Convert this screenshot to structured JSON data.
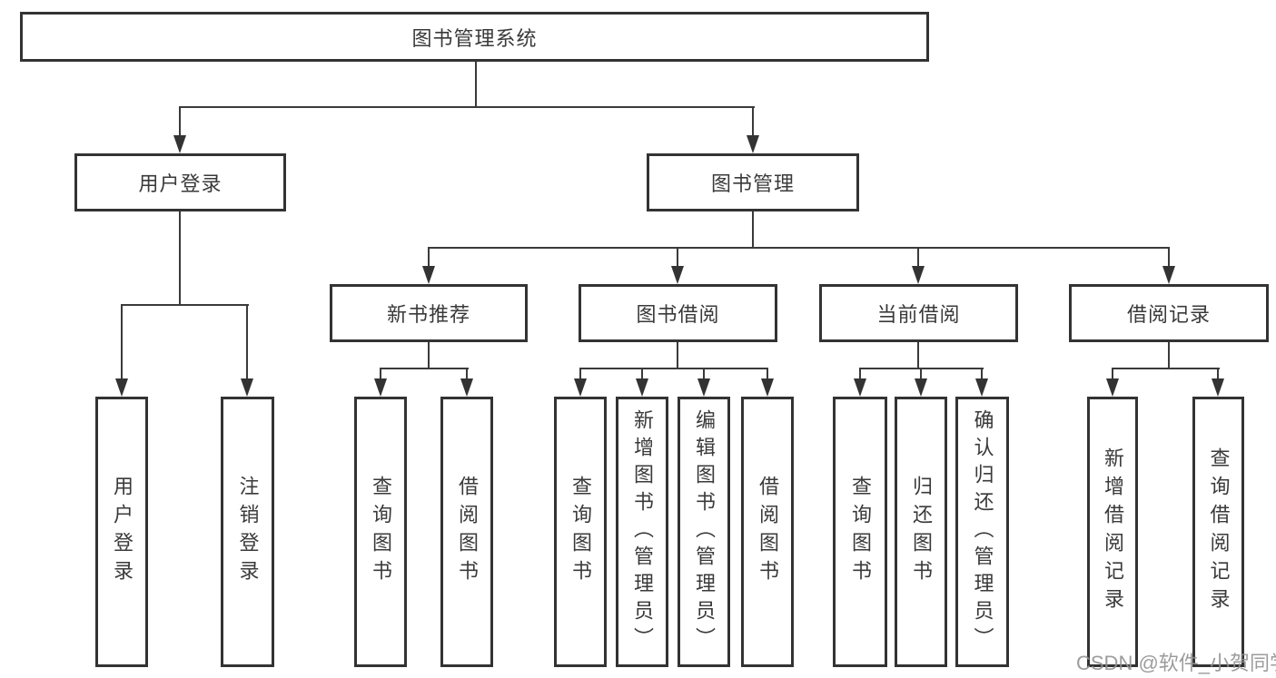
{
  "diagram": {
    "title": "图书管理系统",
    "nodes": {
      "root": "图书管理系统",
      "user_login": "用户登录",
      "book_management": "图书管理",
      "new_book_recommend": "新书推荐",
      "book_borrowing": "图书借阅",
      "current_borrowing": "当前借阅",
      "borrowing_records": "借阅记录",
      "leaf_user_login": "用户登录",
      "leaf_logout": "注销登录",
      "rec_query_books": "查询图书",
      "rec_borrow_books": "借阅图书",
      "bb_query_books": "查询图书",
      "bb_add_books": "新增图书（管理员）",
      "bb_edit_books": "编辑图书（管理员）",
      "bb_borrow_books": "借阅图书",
      "cb_query_books": "查询图书",
      "cb_return_books": "归还图书",
      "cb_confirm_return": "确认归还（管理员）",
      "br_add_record": "新增借阅记录",
      "br_query_record": "查询借阅记录"
    },
    "colors": {
      "box_border": "#333333",
      "line": "#3a3a3a",
      "text": "#3a3a3a",
      "background": "#ffffff",
      "watermark": "#919191"
    }
  },
  "watermark": "CSDN @软件_小贺同学"
}
